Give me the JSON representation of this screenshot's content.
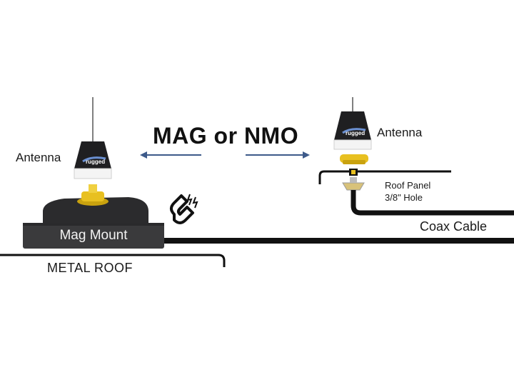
{
  "heading": "MAG or NMO",
  "labels": {
    "antenna_left": "Antenna",
    "antenna_right": "Antenna",
    "mag_mount": "Mag Mount",
    "metal_roof": "METAL ROOF",
    "coax_cable": "Coax Cable",
    "roof_panel_line1": "Roof Panel",
    "roof_panel_line2": "3/8\" Hole"
  },
  "icons": {
    "double_arrow": "double-arrow-icon",
    "magnet": "magnet-icon"
  },
  "colors": {
    "arrow": "#3d5a8a",
    "mount_dark": "#3a3a3c",
    "mount_top": "#2b2b2d",
    "yellow_base": "#e8c020",
    "cable": "#111111"
  }
}
